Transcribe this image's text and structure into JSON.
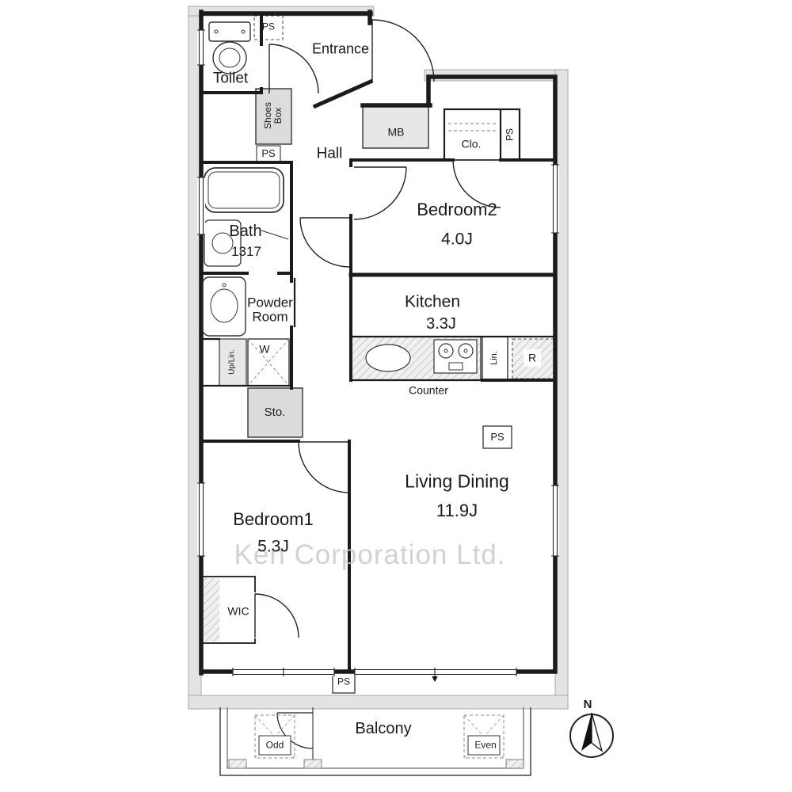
{
  "floorplan": {
    "watermark": "Ken Corporation Ltd.",
    "compass_north": "N",
    "rooms": {
      "toilet": "Toilet",
      "entrance": "Entrance",
      "hall": "Hall",
      "bedroom2": {
        "name": "Bedroom2",
        "size": "4.0J"
      },
      "bath": {
        "name": "Bath",
        "size": "1317"
      },
      "powder_room": {
        "line1": "Powder",
        "line2": "Room"
      },
      "kitchen": {
        "name": "Kitchen",
        "size": "3.3J"
      },
      "living_dining": {
        "name": "Living Dining",
        "size": "11.9J"
      },
      "bedroom1": {
        "name": "Bedroom1",
        "size": "5.3J"
      },
      "wic": "WIC",
      "balcony": "Balcony"
    },
    "fixtures": {
      "shoes_box": {
        "line1": "Shoes",
        "line2": "Box"
      },
      "ps": "PS",
      "mb": "MB",
      "closet": "Clo.",
      "washer": "W",
      "up_linen": "Up/Lin.",
      "linen": "Lin.",
      "refrigerator": "R",
      "storage": "Sto.",
      "counter": "Counter",
      "odd": "Odd",
      "even": "Even"
    },
    "colors": {
      "wall": "#1b1b1b",
      "shell_gray": "#e3e3e3",
      "service_gray": "#dcdcdc",
      "watermark_gray": "#c7c7c7"
    }
  }
}
